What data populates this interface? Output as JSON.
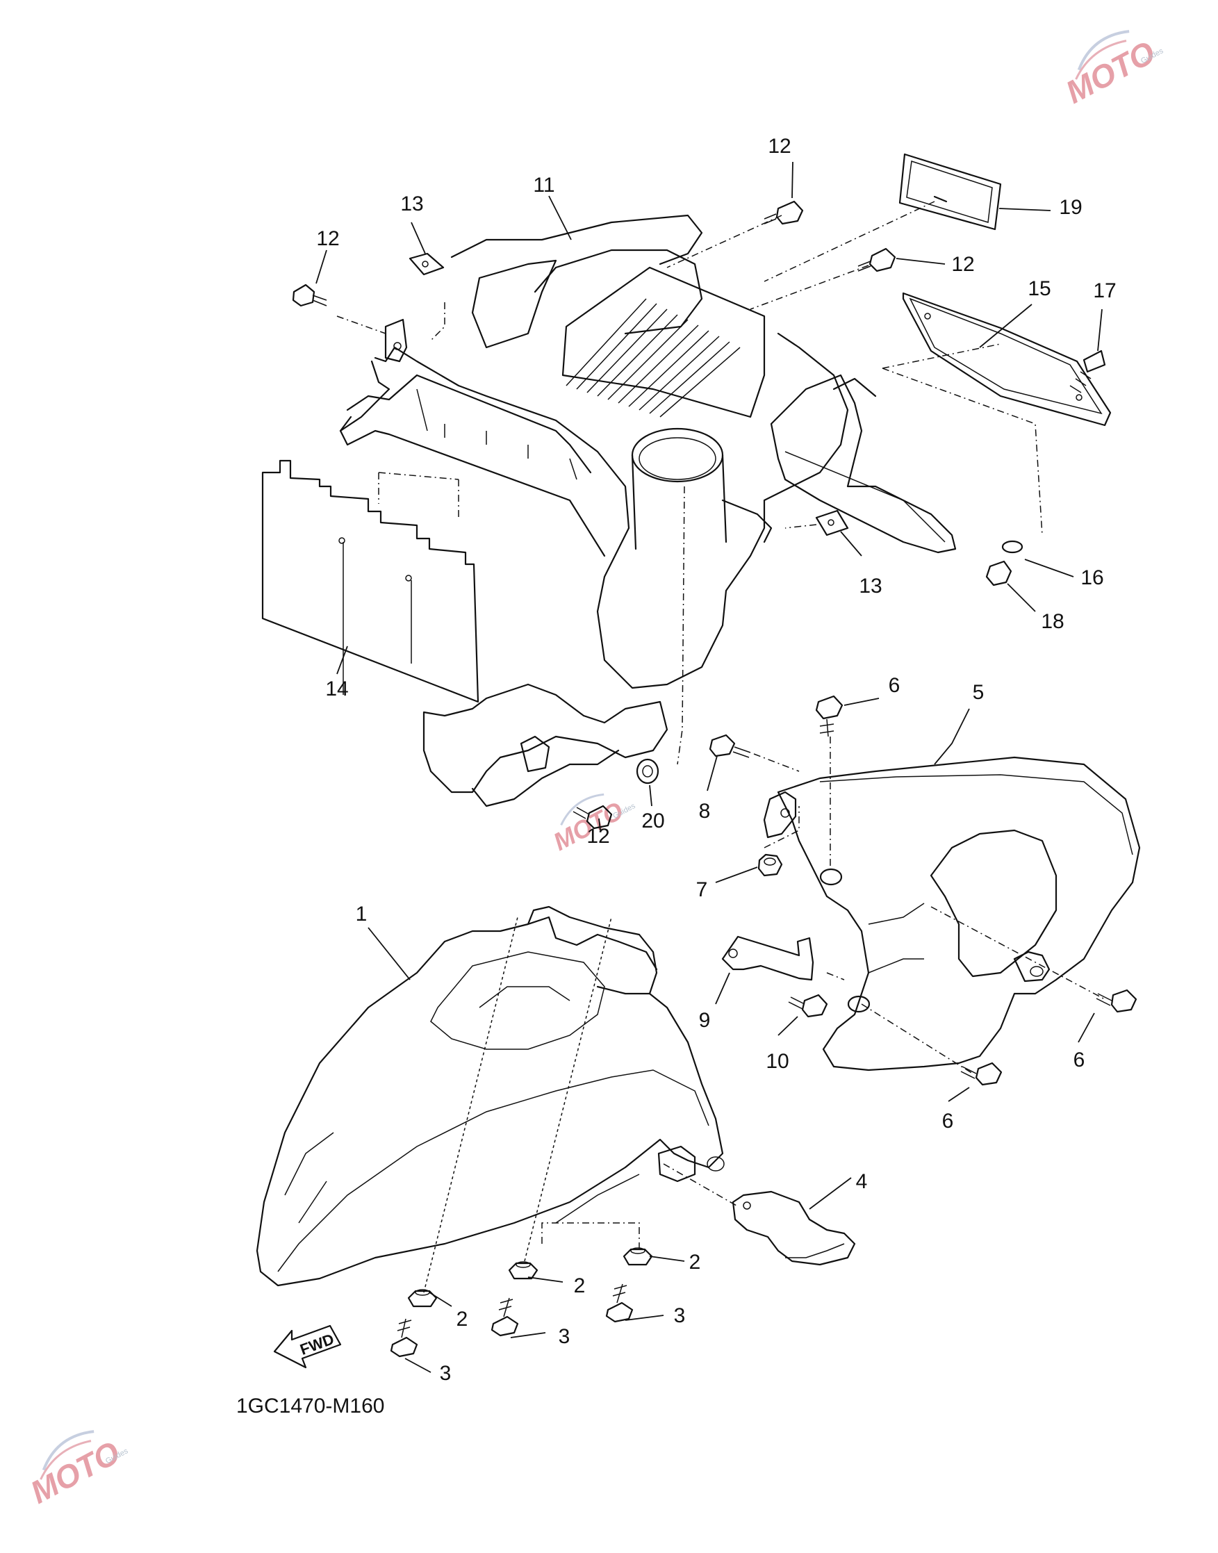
{
  "diagram_code": "1GC1470-M160",
  "fwd_label": "FWD",
  "watermark": {
    "brand": "MOTO",
    "sub": "Guides",
    "color": "#e6a0a8"
  },
  "callouts": [
    {
      "id": "c1",
      "text": "1"
    },
    {
      "id": "c2a",
      "text": "2"
    },
    {
      "id": "c2b",
      "text": "2"
    },
    {
      "id": "c2c",
      "text": "2"
    },
    {
      "id": "c3a",
      "text": "3"
    },
    {
      "id": "c3b",
      "text": "3"
    },
    {
      "id": "c3c",
      "text": "3"
    },
    {
      "id": "c4",
      "text": "4"
    },
    {
      "id": "c5",
      "text": "5"
    },
    {
      "id": "c6a",
      "text": "6"
    },
    {
      "id": "c6b",
      "text": "6"
    },
    {
      "id": "c6c",
      "text": "6"
    },
    {
      "id": "c7",
      "text": "7"
    },
    {
      "id": "c8",
      "text": "8"
    },
    {
      "id": "c9",
      "text": "9"
    },
    {
      "id": "c10",
      "text": "10"
    },
    {
      "id": "c11",
      "text": "11"
    },
    {
      "id": "c12a",
      "text": "12"
    },
    {
      "id": "c12b",
      "text": "12"
    },
    {
      "id": "c12c",
      "text": "12"
    },
    {
      "id": "c12d",
      "text": "12"
    },
    {
      "id": "c13a",
      "text": "13"
    },
    {
      "id": "c13b",
      "text": "13"
    },
    {
      "id": "c14",
      "text": "14"
    },
    {
      "id": "c15",
      "text": "15"
    },
    {
      "id": "c16",
      "text": "16"
    },
    {
      "id": "c17",
      "text": "17"
    },
    {
      "id": "c18",
      "text": "18"
    },
    {
      "id": "c19",
      "text": "19"
    },
    {
      "id": "c20",
      "text": "20"
    }
  ]
}
